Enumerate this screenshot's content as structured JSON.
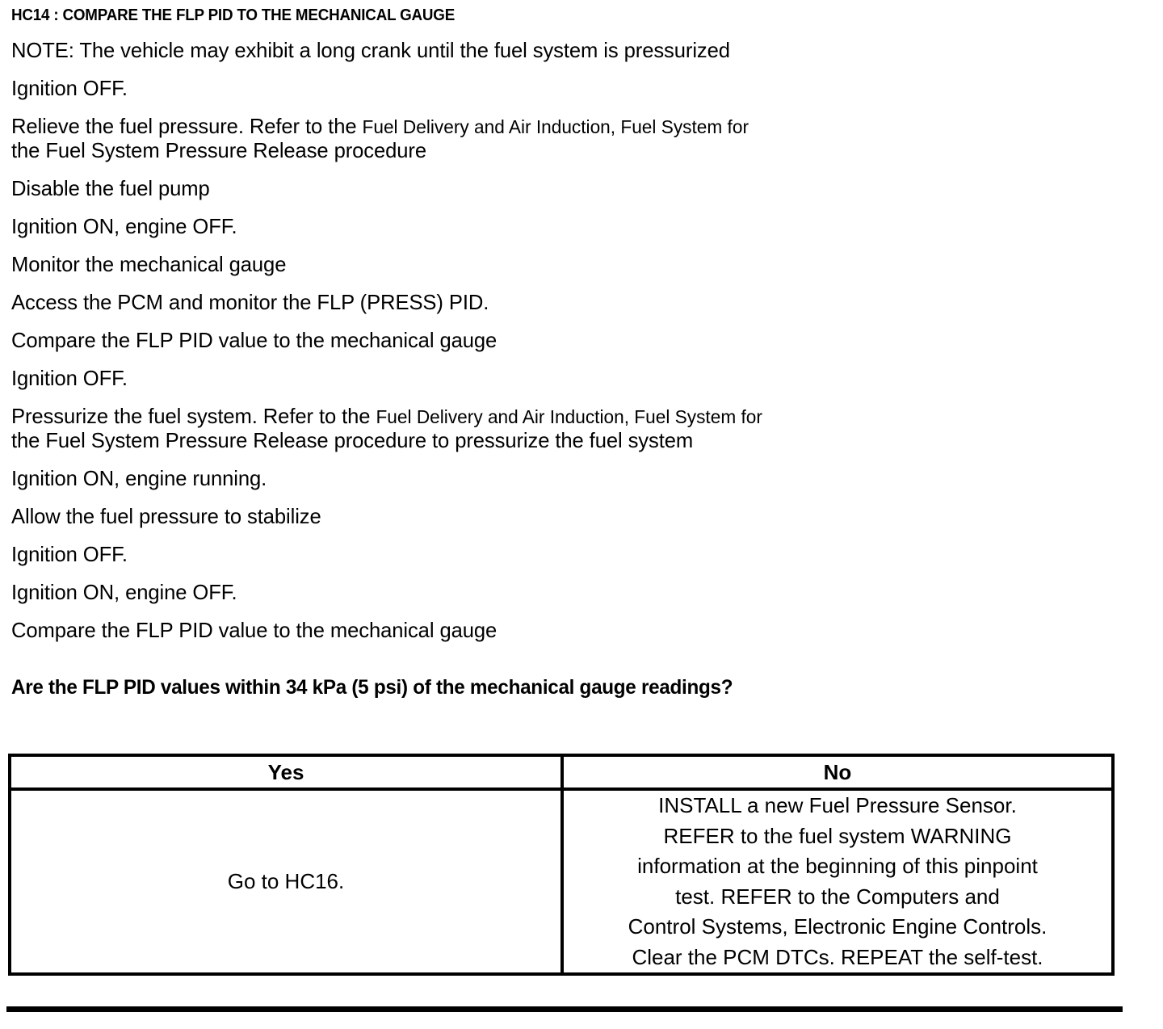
{
  "document": {
    "test_title": "HC14 : COMPARE THE FLP  PID TO THE MECHANICAL GAUGE",
    "steps": [
      {
        "id": "note",
        "text": "NOTE: The vehicle may exhibit a long crank until the fuel system is pressurized"
      },
      {
        "id": "ignition-off-1",
        "text": "Ignition OFF."
      },
      {
        "id": "relieve-fuel-pressure",
        "lead": "Relieve the fuel pressure. Refer to the ",
        "xref": "Fuel Delivery and Air Induction",
        "mid": ", Fuel System for",
        "tail": "the Fuel System Pressure Release procedure"
      },
      {
        "id": "disable-fuel-pump",
        "text": "Disable the fuel pump"
      },
      {
        "id": "ignition-on-engine-off-1",
        "text": "Ignition ON, engine OFF."
      },
      {
        "id": "monitor-mechanical-gauge",
        "text": "Monitor the mechanical gauge"
      },
      {
        "id": "access-pcm",
        "text": "Access the PCM and monitor the  FLP (PRESS) PID."
      },
      {
        "id": "compare-flp-1",
        "text": "Compare the FLP  PID value to the mechanical gauge"
      },
      {
        "id": "ignition-off-2",
        "text": "Ignition OFF."
      },
      {
        "id": "pressurize-fuel-system",
        "lead": "Pressurize the fuel system.  Refer to the ",
        "xref": "Fuel Delivery and Air Induction",
        "mid": ", Fuel System for",
        "tail": "the Fuel System Pressure Release procedure to pressurize the fuel system"
      },
      {
        "id": "ignition-on-engine-running",
        "text": "Ignition ON, engine running."
      },
      {
        "id": "allow-stabilize",
        "text": "Allow the fuel pressure to stabilize"
      },
      {
        "id": "ignition-off-3",
        "text": "Ignition OFF."
      },
      {
        "id": "ignition-on-engine-off-2",
        "text": "Ignition ON, engine OFF."
      },
      {
        "id": "compare-flp-2",
        "text": "Compare the FLP  PID value to the mechanical gauge"
      }
    ],
    "question": "Are the FLP  PID values within 34 kPa (5 psi) of the mechanical gauge readings?",
    "decision_table": {
      "headers": {
        "yes": "Yes",
        "no": "No"
      },
      "yes_action": "Go to HC16.",
      "no_action_lines": [
        "INSTALL a new Fuel Pressure Sensor.",
        "REFER to the fuel system WARNING",
        "information at the beginning of this pinpoint",
        "test. REFER to the Computers and",
        "Control Systems, Electronic Engine Controls.",
        "Clear the PCM DTCs. REPEAT the self-test."
      ]
    }
  }
}
